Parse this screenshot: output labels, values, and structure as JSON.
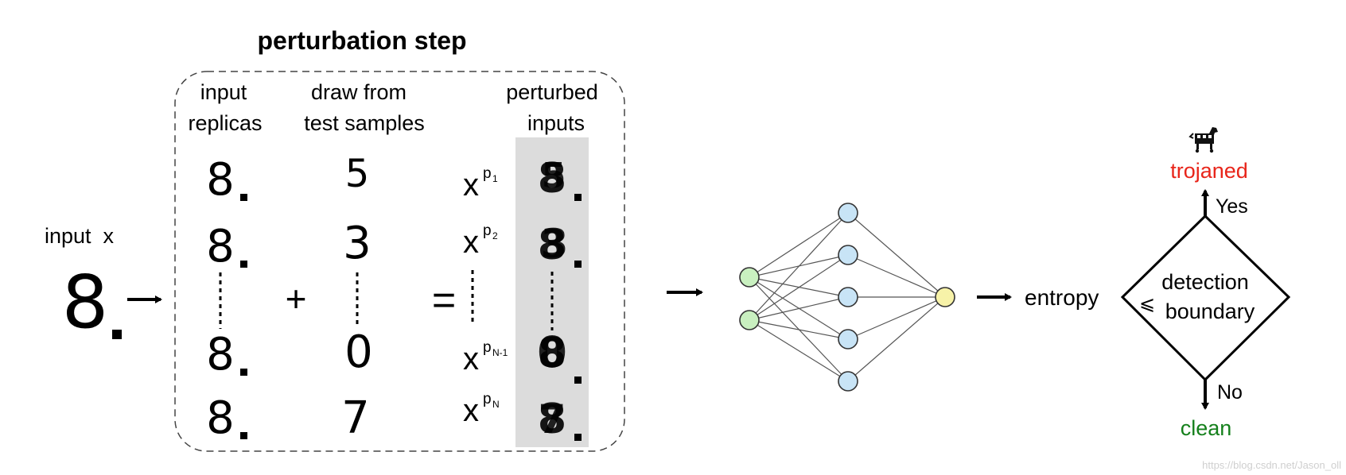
{
  "title": "perturbation step",
  "input_label": "input  x",
  "columns": {
    "replicas_line1": "input",
    "replicas_line2": "replicas",
    "draw_line1": "draw from",
    "draw_line2": "test samples",
    "perturbed_line1": "perturbed",
    "perturbed_line2": "inputs"
  },
  "operators": {
    "plus": "+",
    "equals": "=",
    "arrow": "→"
  },
  "digits": {
    "input": "8",
    "replicas": [
      "8",
      "8",
      "8",
      "8"
    ],
    "samples": [
      "5",
      "3",
      "0",
      "7"
    ],
    "perturbed_overlay": [
      "5",
      "3",
      "0",
      "7"
    ]
  },
  "perturbed_symbols": [
    {
      "base": "x",
      "sup": "p",
      "sub": "1"
    },
    {
      "base": "x",
      "sup": "p",
      "sub": "2"
    },
    {
      "base": "x",
      "sup": "p",
      "sub": "N-1"
    },
    {
      "base": "x",
      "sup": "p",
      "sub": "N"
    }
  ],
  "network": {
    "input_nodes": 2,
    "hidden_nodes": 5,
    "output_nodes": 1,
    "input_color": "#c9f0c0",
    "hidden_color": "#c8e4f6",
    "output_color": "#f7f2a8"
  },
  "entropy_label": "entropy",
  "decision": {
    "line1": "detection",
    "line2": "boundary",
    "operator": "⩽",
    "yes": "Yes",
    "no": "No",
    "trojaned": "trojaned",
    "clean": "clean",
    "trojaned_color": "#e8251a",
    "clean_color": "#15801c",
    "horse_icon": "trojan-horse-icon"
  },
  "watermark": "https://blog.csdn.net/Jason_oll"
}
